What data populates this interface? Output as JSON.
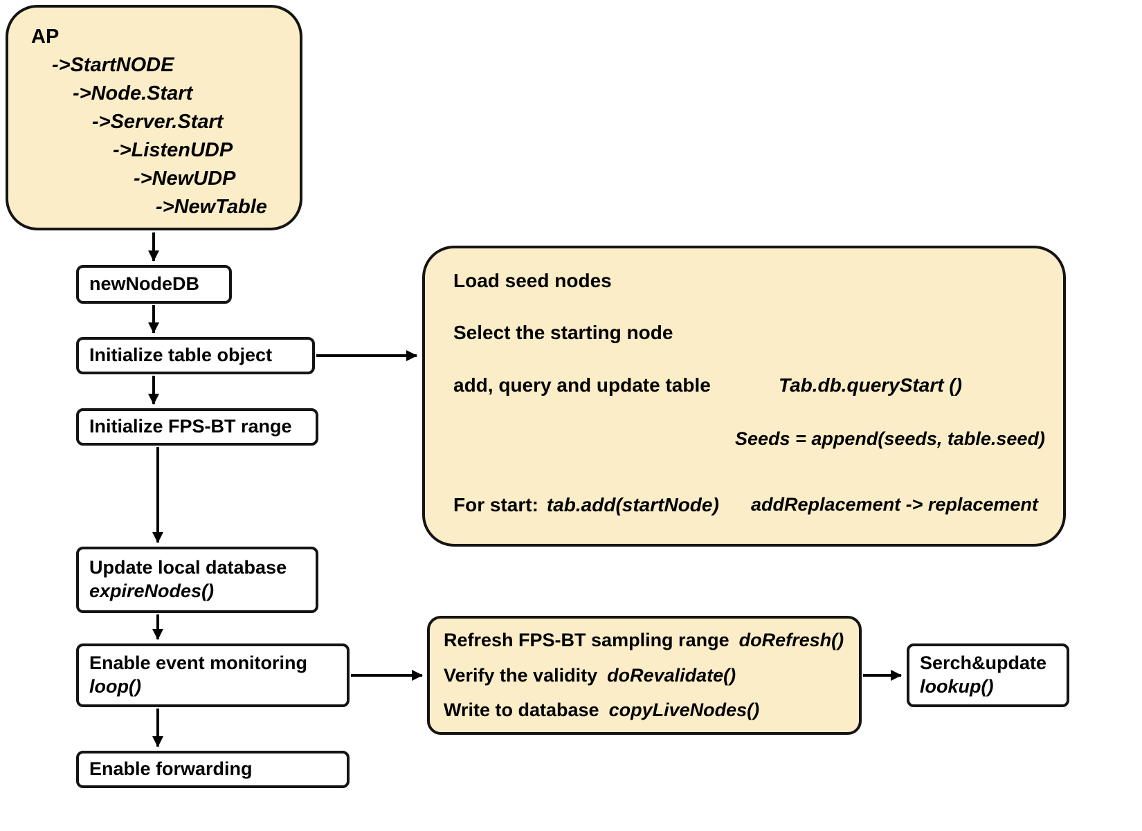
{
  "colors": {
    "panel_fill": "#FBEDC7",
    "node_fill": "#FFFFFF",
    "line": "#000000"
  },
  "ap_box": {
    "title": "AP",
    "lines": [
      "->StartNODE",
      "->Node.Start",
      "->Server.Start",
      "->ListenUDP",
      "->NewUDP",
      "->NewTable"
    ]
  },
  "flow": {
    "new_node_db": "newNodeDB",
    "init_table": "Initialize table object",
    "init_fps_bt": "Initialize FPS-BT range",
    "update_db": {
      "title": "Update local database",
      "code": "expireNodes()"
    },
    "event_monitoring": {
      "title": "Enable event monitoring",
      "code": "loop()"
    },
    "enable_forwarding": "Enable forwarding"
  },
  "seed_panel": {
    "load_seed_nodes": "Load seed nodes",
    "select_starting_node": "Select the starting node",
    "add_query_update": "add, query and update table",
    "query_start_code": "Tab.db.queryStart ()",
    "seeds_append_code": "Seeds = append(seeds, table.seed)",
    "for_start_label": "For start",
    "for_start_sep": ":",
    "for_start_code": "tab.add(startNode)",
    "add_replacement_code": "addReplacement -> replacement"
  },
  "refresh_panel": {
    "rows": [
      {
        "label": "Refresh FPS-BT sampling range",
        "code": "doRefresh()"
      },
      {
        "label": "Verify the validity",
        "code": "doRevalidate()"
      },
      {
        "label": "Write to database",
        "code": "copyLiveNodes()"
      }
    ]
  },
  "search_box": {
    "title": "Serch&update",
    "code": "lookup()"
  }
}
